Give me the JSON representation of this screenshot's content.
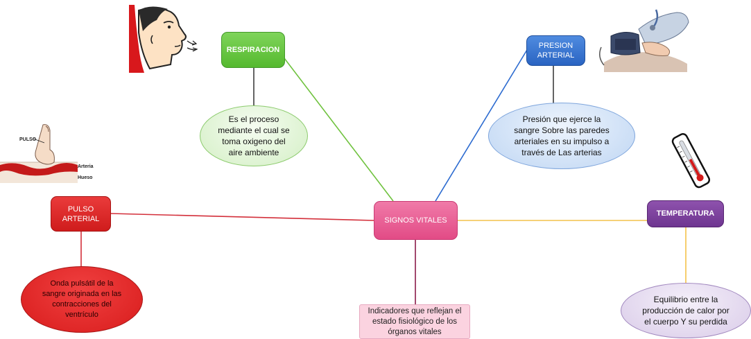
{
  "central": {
    "label": "SIGNOS VITALES",
    "description": "Indicadores que reflejan el estado fisiológico de los órganos vitales"
  },
  "respiracion": {
    "label": "RESPIRACION",
    "description": "Es el proceso mediante el cual se toma oxigeno del aire ambiente"
  },
  "presion": {
    "label": "PRESION ARTERIAL",
    "description": "Presión que ejerce la sangre Sobre las paredes arteriales en su impulso a través de Las arterias"
  },
  "pulso": {
    "label": "PULSO ARTERIAL",
    "description": "Onda pulsátil de la sangre originada en las contracciones del ventrículo"
  },
  "temperatura": {
    "label": "TEMPERATURA",
    "description": "Equilibrio entre la producción de calor por el cuerpo Y su perdida"
  },
  "pulso_image": {
    "pulso_label": "PULSO",
    "arteria_label": "Arteria",
    "hueso_label": "Hueso"
  },
  "colors": {
    "central": "#e8548c",
    "central_desc_bg": "#fbd3e0",
    "respiracion": "#5cc23c",
    "respiracion_bubble": "#dff4d4",
    "presion": "#2f6fc9",
    "presion_bubble": "#cfe0f6",
    "pulso": "#d91f26",
    "pulso_bubble": "#e52a2a",
    "temperatura": "#7b3f9a",
    "temperatura_bubble": "#e6dcf0",
    "line_pulso": "#d32f3a",
    "line_resp": "#6fc23e",
    "line_presion": "#2c6bd0",
    "line_temp": "#f3c24a",
    "line_central": "#8b1a4a"
  }
}
